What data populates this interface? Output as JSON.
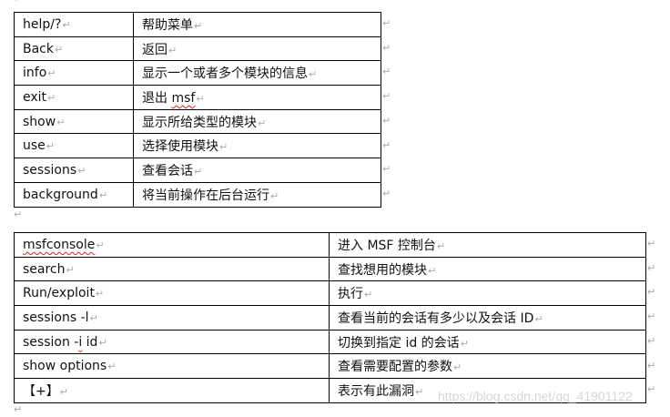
{
  "table1": {
    "rows": [
      [
        "help/?",
        "帮助菜单"
      ],
      [
        "Back",
        "返回"
      ],
      [
        "info",
        "显示一个或者多个模块的信息"
      ],
      [
        "exit",
        "退出 msf"
      ],
      [
        "show",
        "显示所给类型的模块"
      ],
      [
        "use",
        "选择使用模块"
      ],
      [
        "sessions",
        "查看会话"
      ],
      [
        "background",
        "将当前操作在后台运行"
      ]
    ]
  },
  "table2": {
    "rows": [
      [
        "msfconsole",
        "进入 MSF 控制台"
      ],
      [
        "search",
        "查找想用的模块"
      ],
      [
        "Run/exploit",
        "执行"
      ],
      [
        "sessions -l",
        "查看当前的会话有多少以及会话 ID"
      ],
      [
        "session -i id",
        "切换到指定 id 的会话"
      ],
      [
        "show options",
        "查看需要配置的参数"
      ],
      [
        "【+】",
        "表示有此漏洞"
      ]
    ]
  },
  "paragraph_mark": "↵",
  "watermark": "https://blog.csdn.net/qq_41901122"
}
